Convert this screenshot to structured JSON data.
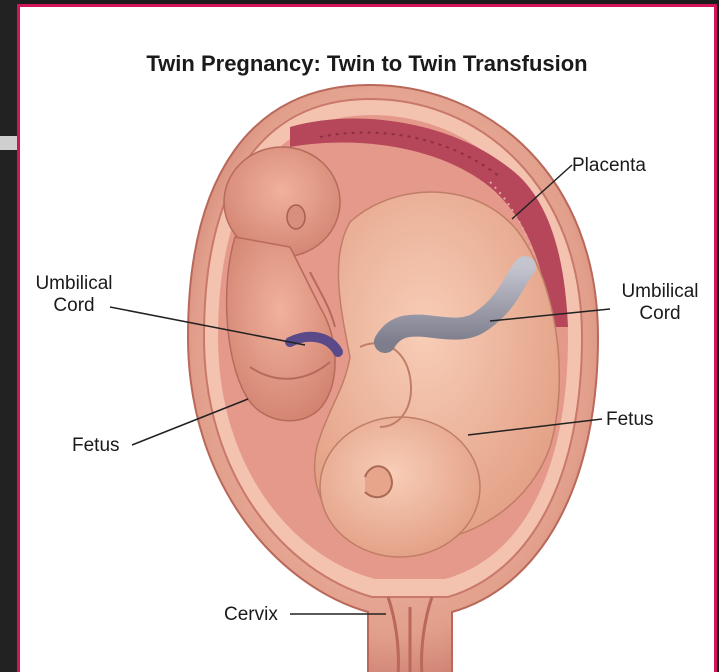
{
  "title": "Twin Pregnancy: Twin to Twin Transfusion",
  "labels": {
    "placenta": "Placenta",
    "umbilical_cord_left_line1": "Umbilical",
    "umbilical_cord_left_line2": "Cord",
    "umbilical_cord_right_line1": "Umbilical",
    "umbilical_cord_right_line2": "Cord",
    "fetus_left": "Fetus",
    "fetus_right": "Fetus",
    "cervix": "Cervix"
  },
  "colors": {
    "frame_border": "#d2145a",
    "uterus_wall": "#d98f7c",
    "uterus_inner": "#f2c6b4",
    "placenta": "#b6465a",
    "fetus_skin": "#f0b49c",
    "cord_small": "#5a4a8a",
    "cord_large": "#9a9aaa"
  }
}
